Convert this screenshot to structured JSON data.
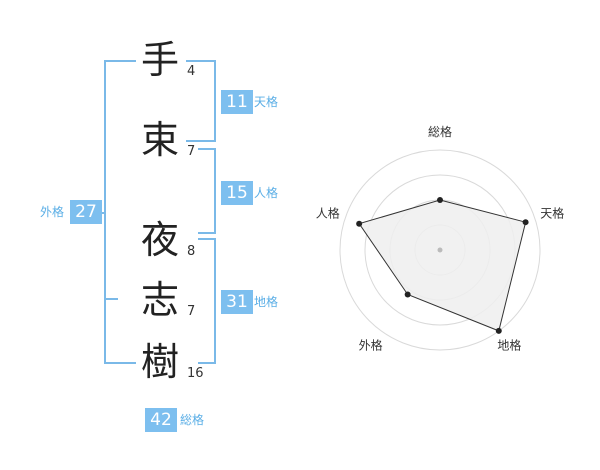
{
  "name_chars": [
    {
      "char": "手",
      "strokes": "4"
    },
    {
      "char": "束",
      "strokes": "7"
    },
    {
      "char": "夜",
      "strokes": "8"
    },
    {
      "char": "志",
      "strokes": "7"
    },
    {
      "char": "樹",
      "strokes": "16"
    }
  ],
  "scores": {
    "tenkaku": {
      "value": "11",
      "label": "天格"
    },
    "jinkaku": {
      "value": "15",
      "label": "人格"
    },
    "chikaku": {
      "value": "31",
      "label": "地格"
    },
    "gaikaku": {
      "value": "27",
      "label": "外格"
    },
    "soukaku": {
      "value": "42",
      "label": "総格"
    }
  },
  "colors": {
    "accent": "#7dbfef",
    "bracket": "#7ab9e8",
    "label": "#5aaee6"
  },
  "chart_data": {
    "type": "radar",
    "axes": [
      "総格",
      "天格",
      "地格",
      "外格",
      "人格"
    ],
    "values": [
      0.5,
      0.9,
      1.0,
      0.55,
      0.85
    ],
    "rings": 4,
    "fill": "#eeeeee",
    "line": "#333333"
  }
}
